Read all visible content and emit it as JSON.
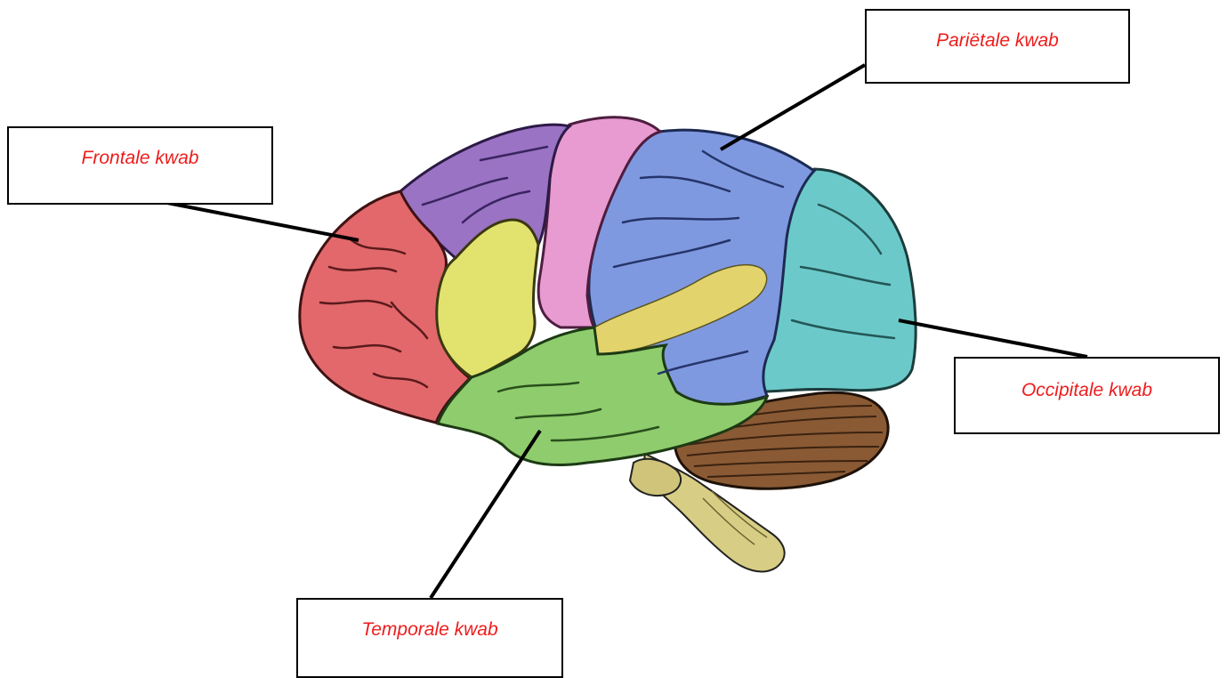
{
  "colors": {
    "label_text": "#ee1c1c",
    "frontal_lobe": "#e2686b",
    "motor_strip": "#9a73c4",
    "sensory_strip": "#e79ad0",
    "parietal_lobe": "#7f99e0",
    "occipital_lobe": "#6cc9c9",
    "temporal_lobe": "#8fcc6d",
    "yellow_area": "#e2e36e",
    "cerebellum": "#8a5a34",
    "brainstem": "#d5cb83"
  },
  "labels": {
    "parietal": "Pariëtale kwab",
    "frontal": "Frontale kwab",
    "occipital": "Occipitale kwab",
    "temporal": "Temporale kwab"
  }
}
